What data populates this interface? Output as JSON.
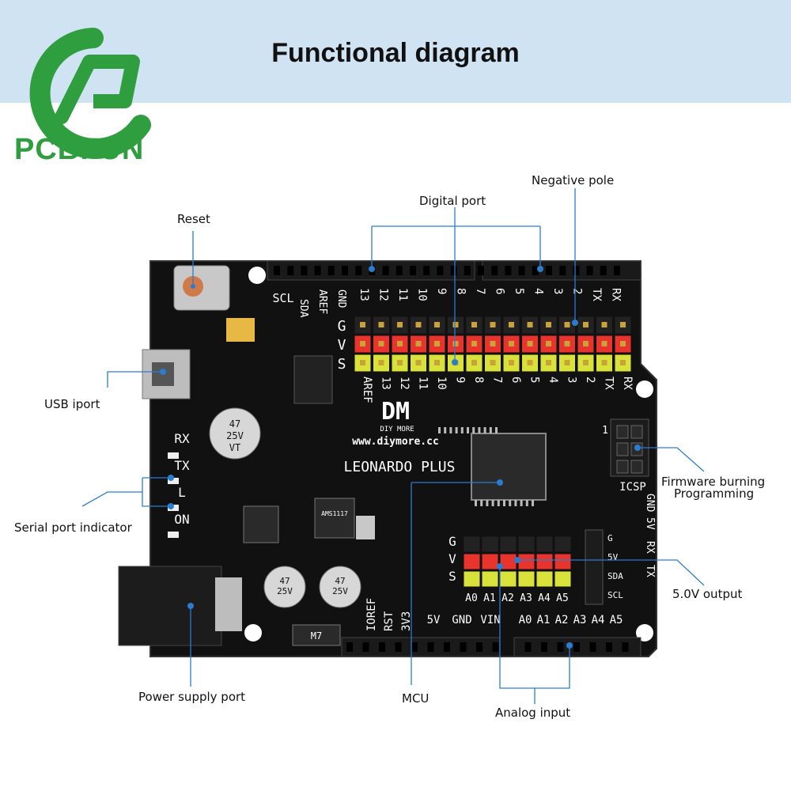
{
  "header": {
    "title": "Functional diagram",
    "brand": "PCBFUN"
  },
  "labels": {
    "reset": "Reset",
    "digital_port": "Digital port",
    "negative_pole": "Negative pole",
    "usb_port": "USB iport",
    "serial_indicator": "Serial port indicator",
    "firmware_burning": "Firmware burning",
    "programming": "Programming",
    "output_5v": "5.0V output",
    "mcu": "MCU",
    "analog_input": "Analog input",
    "power_supply": "Power supply port"
  },
  "board": {
    "name": "LEONARDO PLUS",
    "maker_logo": "DM",
    "maker_text": "DIY MORE",
    "url": "www.diymore.cc",
    "top_labels": [
      "SCL",
      "SDA",
      "AREF",
      "GND",
      "13",
      "12",
      "11",
      "10",
      "9",
      "8",
      "7",
      "6",
      "5",
      "4",
      "3",
      "2",
      "TX",
      "RX"
    ],
    "row_labels": [
      "G",
      "V",
      "S"
    ],
    "bottom_digital_labels": [
      "AREF",
      "13",
      "12",
      "11",
      "10",
      "9",
      "8",
      "7",
      "6",
      "5",
      "4",
      "3",
      "2",
      "TX",
      "RX"
    ],
    "analog_row_labels": [
      "A0",
      "A1",
      "A2",
      "A3",
      "A4",
      "A5"
    ],
    "power_labels": [
      "IOREF",
      "RST",
      "3V3",
      "5V",
      "GND",
      "VIN"
    ],
    "analog_bottom": [
      "A0",
      "A1",
      "A2",
      "A3",
      "A4",
      "A5"
    ],
    "indicators": [
      "RX",
      "TX",
      "L",
      "ON"
    ],
    "icsp_label": "ICSP",
    "icsp_pins": [
      "GND",
      "5V",
      "RX",
      "TX"
    ],
    "i2c_labels": [
      "G",
      "5V",
      "SDA",
      "SCL"
    ],
    "cap_value": "47",
    "cap_voltage": "25V",
    "cap_type": "VT",
    "regulator": "AMS1117",
    "diode": "M7",
    "header_number": "1"
  },
  "colors": {
    "banner": "#cfe3f2",
    "brand": "#2e9e3f",
    "pcb": "#111111",
    "pin_black": "#222222",
    "pin_red": "#e8342c",
    "pin_yellow": "#d8e23a",
    "callout": "#2b7ccf"
  }
}
